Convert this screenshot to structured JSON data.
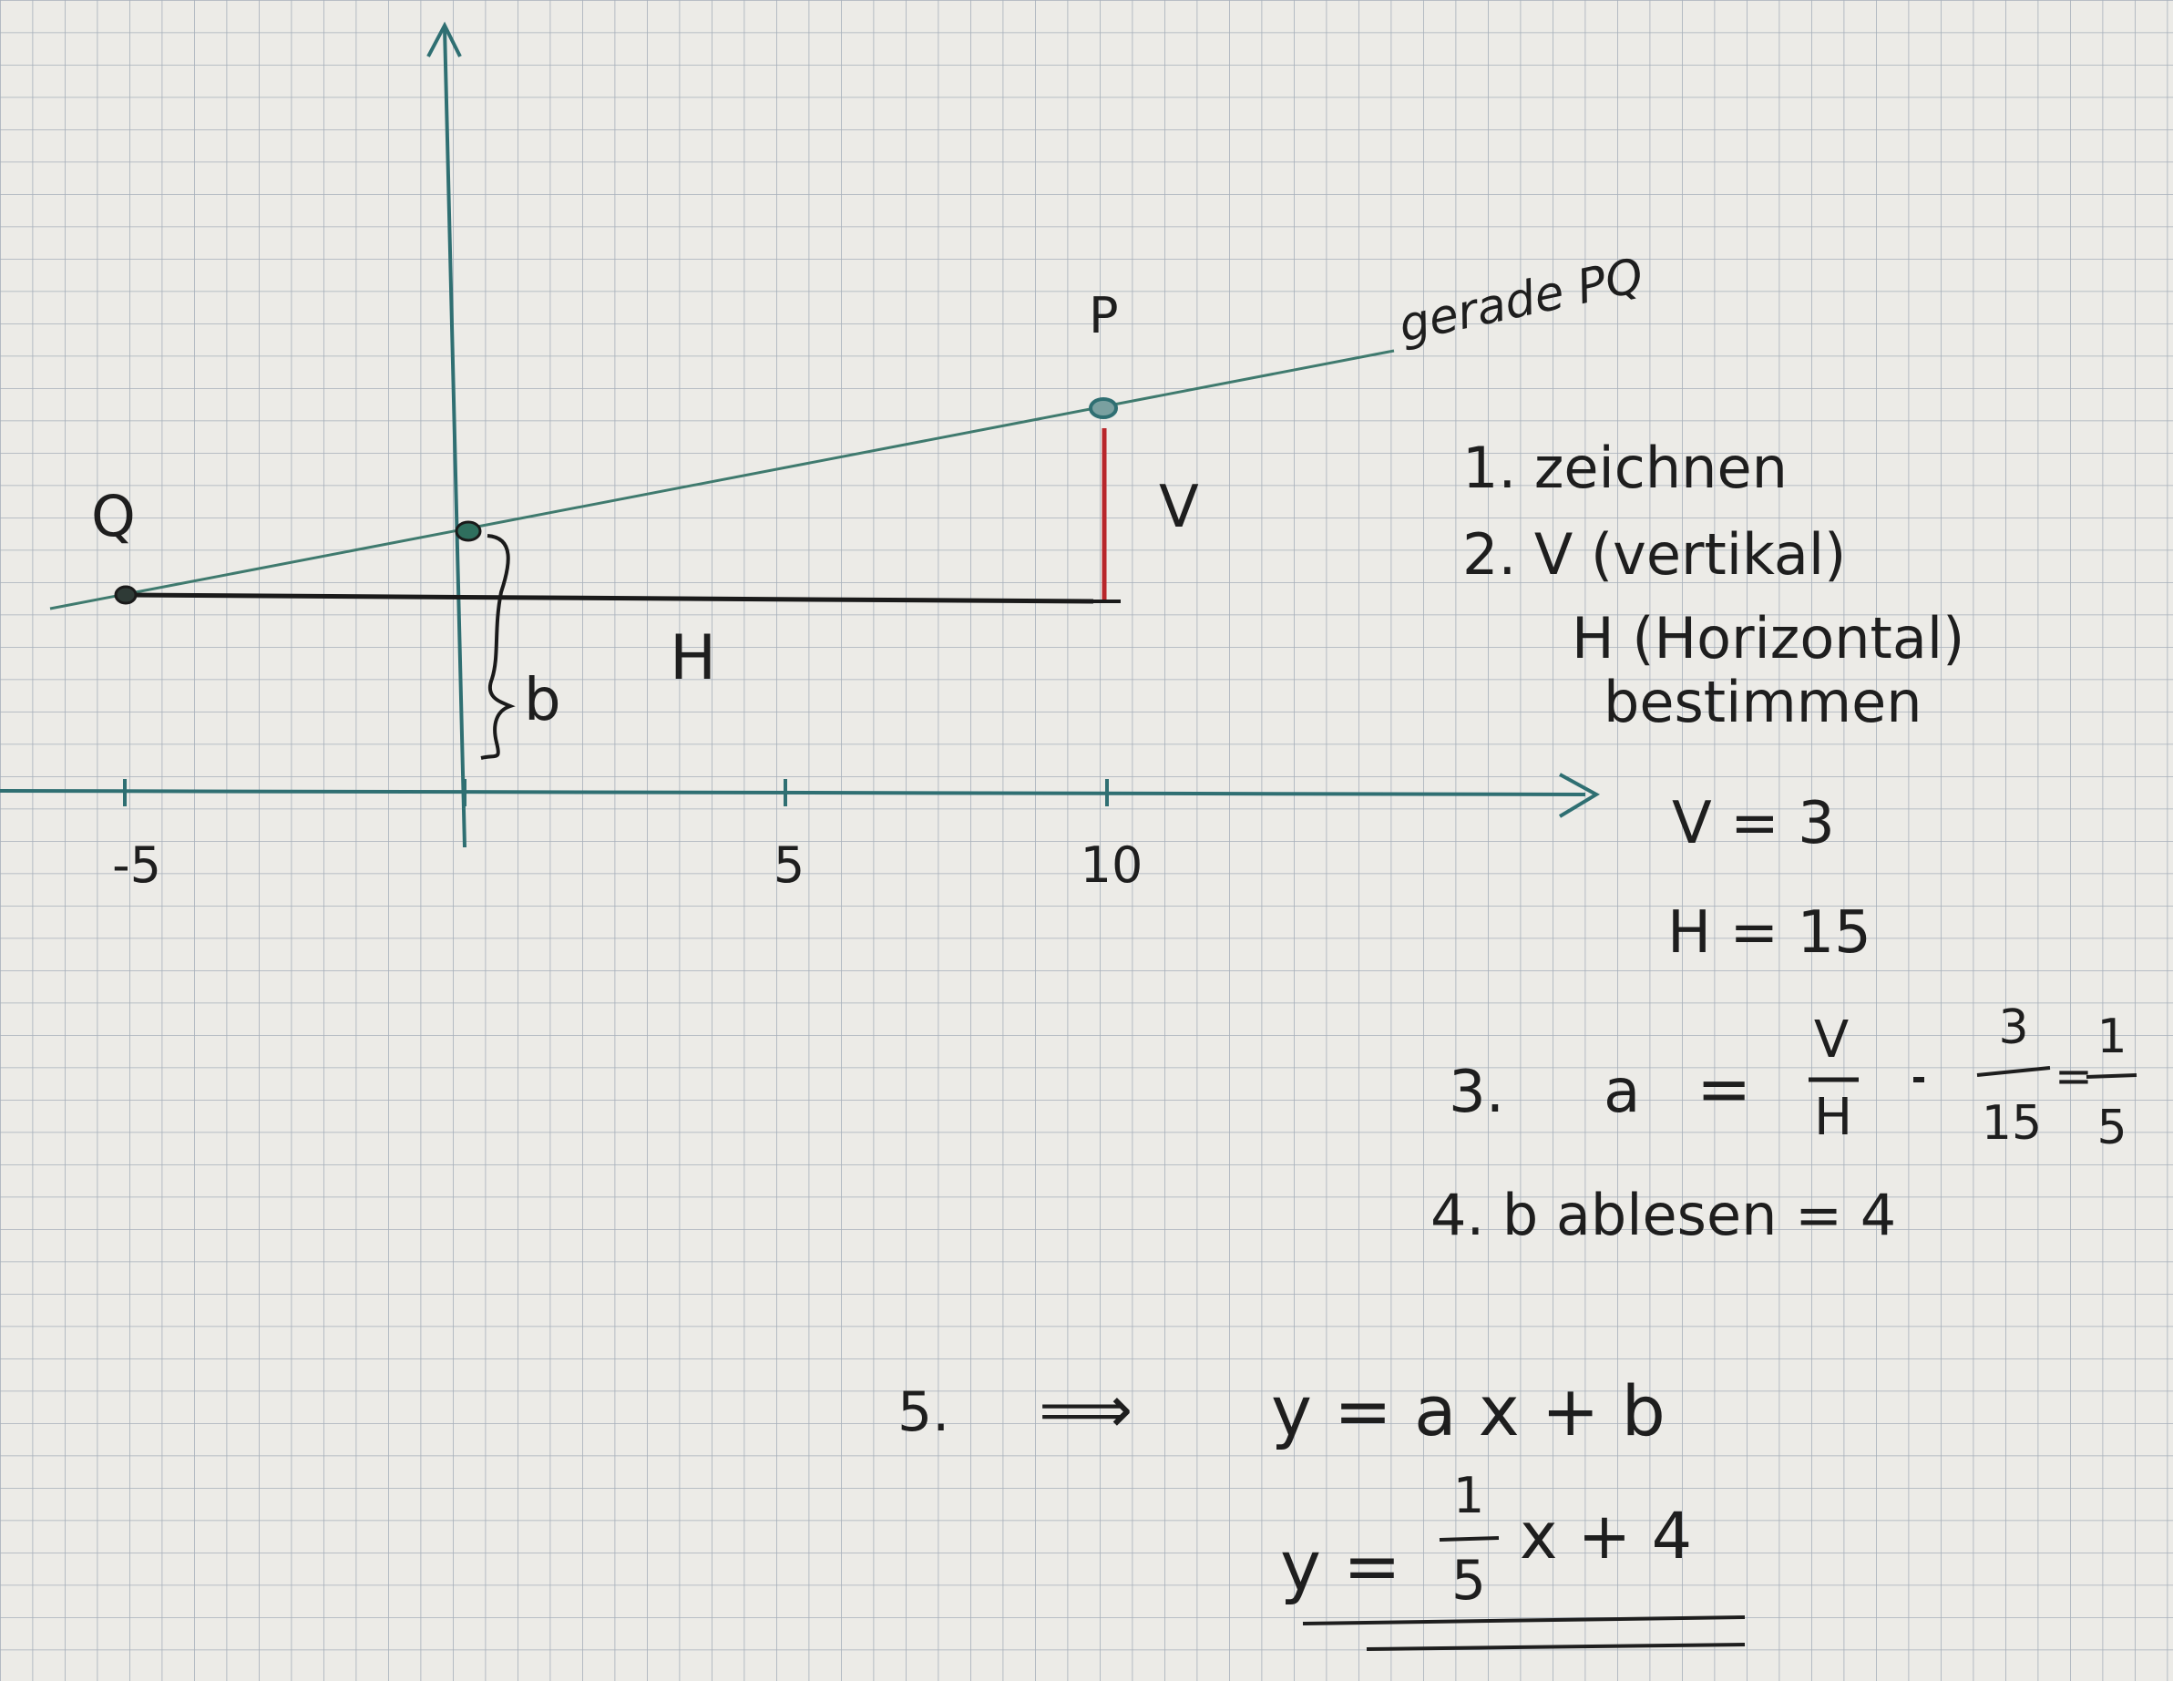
{
  "graph": {
    "line_label": "gerade PQ",
    "point_p": "P",
    "point_q": "Q",
    "vertical_label": "V",
    "horizontal_label": "H",
    "intercept_label": "b",
    "x_ticks": [
      "-5",
      "5",
      "10"
    ]
  },
  "chart_data": {
    "type": "line",
    "x_ticks": [
      -5,
      0,
      5,
      10
    ],
    "points": {
      "Q": [
        -5,
        3
      ],
      "P": [
        10,
        6
      ],
      "intercept": [
        0,
        4
      ]
    },
    "series": [
      {
        "name": "gerade PQ",
        "x": [
          -5,
          10
        ],
        "y": [
          3,
          6
        ]
      }
    ],
    "colors": {
      "axes": "#2f6f72",
      "line": "#3f7a6e",
      "vertical": "#b8262b",
      "horizontal": "#1a1a1a",
      "grid": "#8f9aaa"
    }
  },
  "steps": {
    "s1": "1. zeichnen",
    "s2": "2. V (vertikal)",
    "s2b": "H (Horizontal)",
    "s2c": "bestimmen",
    "v_val": "V = 3",
    "h_val": "H = 15",
    "s3_num": "3.",
    "s3_a": "a",
    "s3_eq": "=",
    "frac_v_num": "V",
    "frac_v_den": "H",
    "frac_3_num": "3",
    "frac_3_den": "15",
    "frac_1_num": "1",
    "frac_1_den": "5",
    "s4": "4. b ablesen = 4",
    "s5_num": "5.",
    "s5_arrow": "⟹",
    "eq1": "y = a x + b",
    "eq2_lhs": "y =",
    "eq2_num": "1",
    "eq2_den": "5",
    "eq2_rhs": "x + 4"
  }
}
